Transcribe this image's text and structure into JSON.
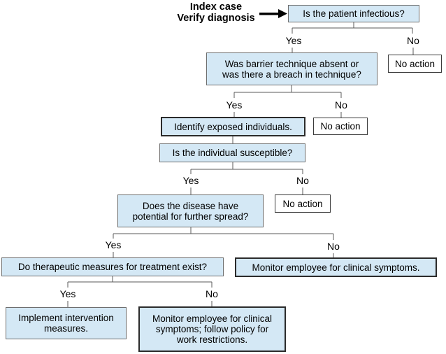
{
  "note": {
    "lines": [
      "Index case",
      "Verify diagnosis"
    ]
  },
  "labels": {
    "yes": "Yes",
    "no": "No"
  },
  "nodes": {
    "q1": "Is the patient infectious?",
    "q2_lines": [
      "Was barrier technique absent or",
      "was there a breach in technique?"
    ],
    "no_action": "No action",
    "identify": "Identify exposed individuals.",
    "q3": "Is the individual susceptible?",
    "q4_lines": [
      "Does the disease have",
      "potential for further spread?"
    ],
    "q5": "Do therapeutic measures for treatment exist?",
    "monitor": "Monitor employee for clinical symptoms.",
    "implement_lines": [
      "Implement intervention",
      "measures."
    ],
    "monitor_restrict_lines": [
      "Monitor employee for clinical",
      "symptoms; follow policy for",
      "work restrictions."
    ]
  },
  "colors": {
    "box_fill": "#d4e8f5",
    "box_border_thin": "#6e6e6e",
    "box_border_thick": "#2b2b2b",
    "no_action_fill": "#ffffff",
    "connector": "#595959",
    "arrow": "#000000",
    "text": "#000000"
  }
}
